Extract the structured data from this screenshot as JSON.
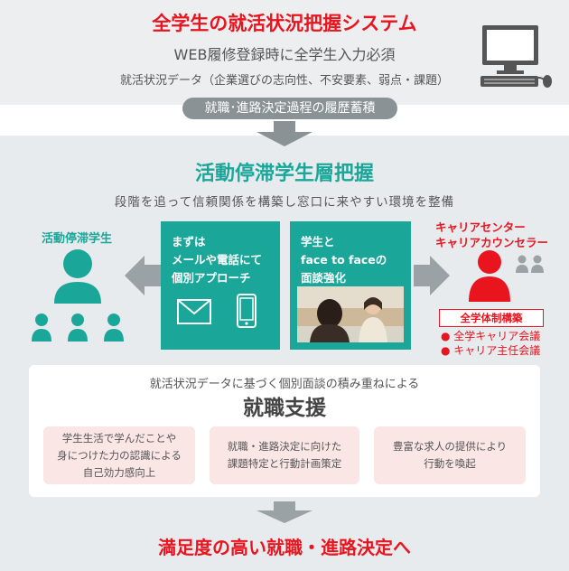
{
  "top": {
    "title": "全学生の就活状況把握システム",
    "line1": "WEB履修登録時に全学生入力必須",
    "line2": "就活状況データ（企業選びの志向性、不安要素、弱点・課題）",
    "pill": "就職･進路決定過程の履歴蓄積"
  },
  "middle": {
    "title": "活動停滞学生層把握",
    "subtitle": "段階を追って信頼関係を構築し窓口に来やすい環境を整備",
    "left_label": "活動停滞学生",
    "box1": [
      "まずは",
      "メールや電話にて",
      "個別アプローチ"
    ],
    "box2": [
      "学生と",
      "face to faceの",
      "面談強化"
    ],
    "right_label": [
      "キャリアセンター",
      "キャリアカウンセラー"
    ],
    "system_title": "全学体制構築",
    "system_items": [
      "全学キャリア会議",
      "キャリア主任会議"
    ]
  },
  "support": {
    "lead": "就活状況データに基づく個別面談の積み重ねによる",
    "title": "就職支援",
    "items": [
      [
        "学生生活で学んだことや",
        "身につけた力の認識による",
        "自己効力感向上"
      ],
      [
        "就職・進路決定に向けた",
        "課題特定と行動計画策定"
      ],
      [
        "豊富な求人の提供により",
        "行動を喚起"
      ]
    ]
  },
  "footer": {
    "title": "満足度の高い就職・進路決定へ"
  },
  "colors": {
    "teal": "#1aa79a",
    "red": "#e8141e",
    "gray": "#8a9296",
    "pink": "#fbe6e6"
  }
}
